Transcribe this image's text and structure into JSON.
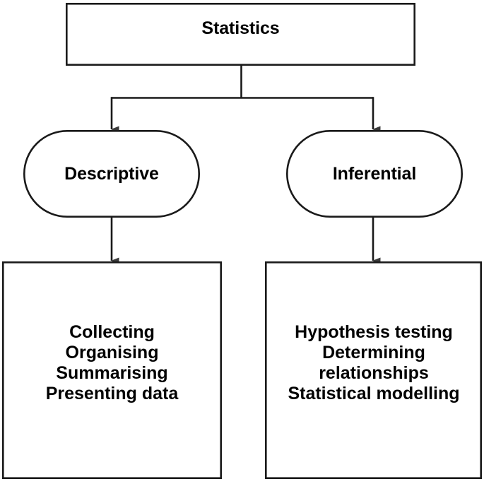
{
  "diagram": {
    "title": "Statistics",
    "type": "flowchart",
    "orientation": "top-down",
    "colors": {
      "stroke": "#1a1a1a",
      "fill": "#ffffff",
      "text": "#000000",
      "arrow": "#3a3a3a"
    },
    "root": {
      "label": "Statistics",
      "shape": "rectangle"
    },
    "branches": [
      {
        "id": "descriptive",
        "label": "Descriptive",
        "shape": "stadium",
        "leaf": {
          "shape": "rectangle",
          "lines": [
            "Collecting",
            "Organising",
            "Summarising",
            "Presenting data"
          ]
        }
      },
      {
        "id": "inferential",
        "label": "Inferential",
        "shape": "stadium",
        "leaf": {
          "shape": "rectangle",
          "lines": [
            "Hypothesis testing",
            "Determining",
            "relationships",
            "Statistical modelling"
          ]
        }
      }
    ],
    "connectors": [
      {
        "from": "Statistics",
        "to": "Descriptive",
        "style": "elbow-arrow"
      },
      {
        "from": "Statistics",
        "to": "Inferential",
        "style": "elbow-arrow"
      },
      {
        "from": "Descriptive",
        "to": "descriptive-leaf",
        "style": "straight-arrow"
      },
      {
        "from": "Inferential",
        "to": "inferential-leaf",
        "style": "straight-arrow"
      }
    ]
  }
}
